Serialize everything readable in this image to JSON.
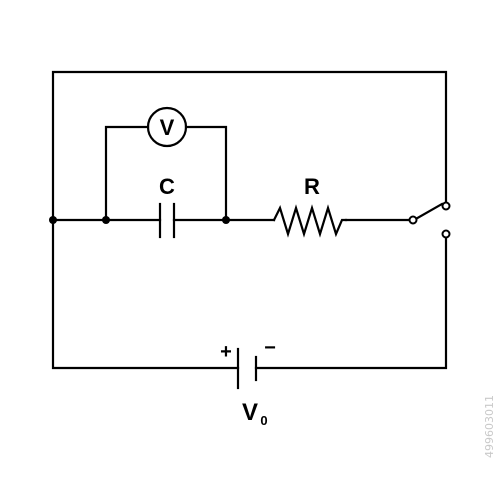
{
  "components": {
    "capacitor": {
      "label": "C"
    },
    "resistor": {
      "label": "R"
    },
    "voltmeter": {
      "label": "V"
    },
    "battery": {
      "label": "V",
      "subscript": "0",
      "positive": "+",
      "negative": "−"
    },
    "switch": {
      "state": "open"
    }
  },
  "watermark": "499603011",
  "colors": {
    "wire": "#000000",
    "background": "#ffffff",
    "watermark": "#c9c9c9"
  }
}
